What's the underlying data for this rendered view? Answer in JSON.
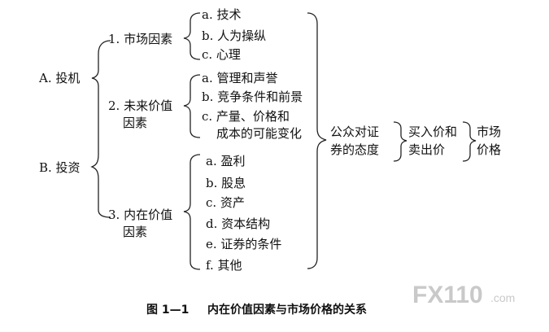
{
  "left": {
    "a": "A. 投机",
    "b": "B. 投资"
  },
  "groups": {
    "market": {
      "label": "1. 市场因素",
      "items": [
        "a. 技术",
        "b. 人为操纵",
        "c. 心理"
      ]
    },
    "future": {
      "label_line1": "2. 未来价值",
      "label_line2": "因素",
      "items": [
        "a. 管理和声誉",
        "b. 竞争条件和前景"
      ],
      "item_c_line1": "c. 产量、价格和",
      "item_c_line2": "成本的可能变化"
    },
    "intrinsic": {
      "label_line1": "3. 内在价值",
      "label_line2": "因素",
      "items": [
        "a. 盈利",
        "b. 股息",
        "c. 资产",
        "d. 资本结构",
        "e. 证券的条件",
        "f. 其他"
      ]
    }
  },
  "right": {
    "attitude_line1": "公众对证",
    "attitude_line2": "券的态度",
    "trade_line1": "买入价和",
    "trade_line2": "卖出价",
    "price_line1": "市场",
    "price_line2": "价格"
  },
  "caption": {
    "number": "图 1—1",
    "title": "内在价值因素与市场价格的关系"
  },
  "watermark": {
    "main": "FX110",
    "suffix": ".com"
  }
}
